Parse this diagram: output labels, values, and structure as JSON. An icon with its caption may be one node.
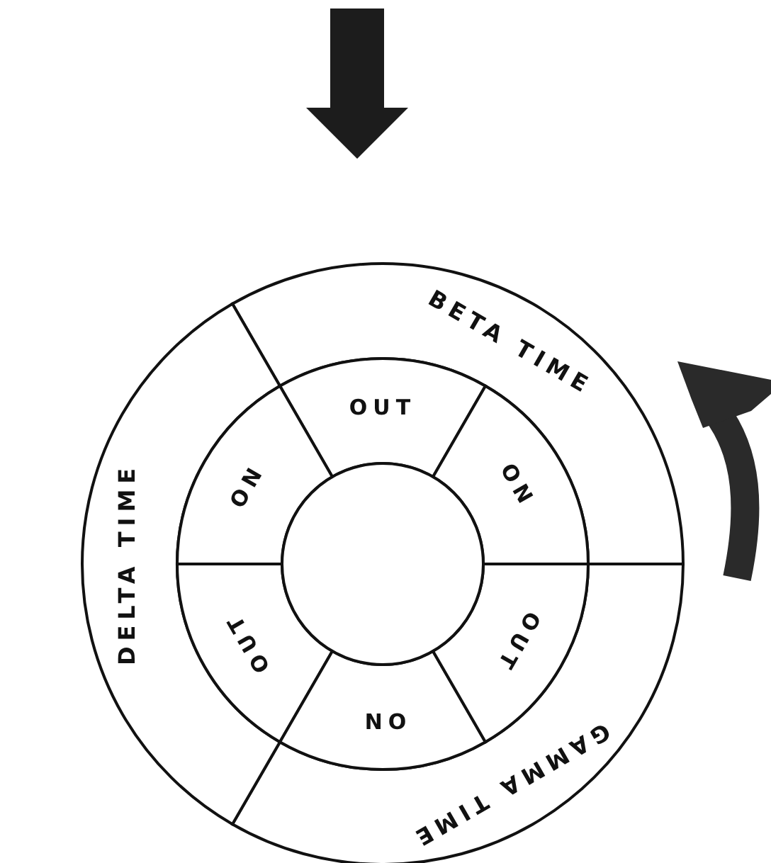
{
  "diagram": {
    "nodes": [
      {
        "text": [
          "BETA TIME"
        ]
      },
      {
        "text": [
          "GAMMA TIME"
        ]
      },
      {
        "text": [
          "DELTA TIME"
        ]
      },
      {
        "text": [
          "OUT"
        ]
      },
      {
        "text": [
          "ON"
        ]
      },
      {
        "text": [
          "OUT"
        ]
      },
      {
        "text": [
          "ON"
        ]
      },
      {
        "text": [
          "OUT"
        ]
      },
      {
        "text": [
          "ON"
        ]
      },
      {
        "text": [],
        "shape": "circle"
      }
    ]
  }
}
